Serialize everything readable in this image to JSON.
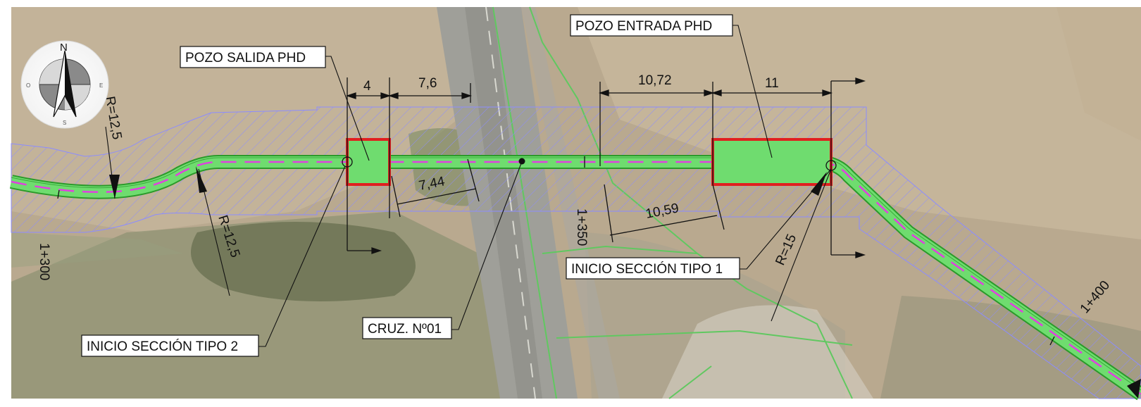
{
  "labels": {
    "pozo_salida": "POZO SALIDA PHD",
    "pozo_entrada": "POZO ENTRADA PHD",
    "inicio_tipo_1": "INICIO SECCIÓN TIPO 1",
    "inicio_tipo_2": "INICIO SECCIÓN TIPO 2",
    "cruce": "CRUZ. Nº01"
  },
  "dimensions": {
    "d4": "4",
    "d7_6": "7,6",
    "d7_44": "7,44",
    "d10_72": "10,72",
    "d10_59": "10,59",
    "d11": "11"
  },
  "radii": {
    "r1": "R=12,5",
    "r2": "R=12,5",
    "r3": "R=15"
  },
  "chainages": {
    "ch300": "1+300",
    "ch350": "1+350",
    "ch400": "1+400"
  },
  "compass": {
    "north": "N",
    "west": "O",
    "east": "E",
    "south": "S"
  },
  "colors": {
    "pipe_band": "#6fdc6f",
    "axis_dash": "#e040e0",
    "shaft_fill": "#6fdc6f",
    "shaft_border": "#e02020",
    "hatch": "#8c8cff",
    "road_edge": "#60c860"
  }
}
